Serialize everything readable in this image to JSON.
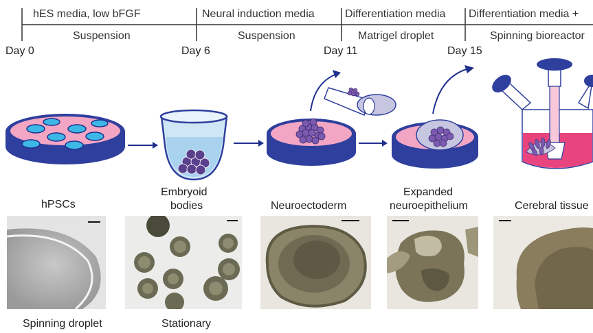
{
  "timeline": {
    "media": [
      "hES media, low bFGF",
      "Neural induction media",
      "Differentiation media",
      "Differentiation media +"
    ],
    "conditions": [
      "Suspension",
      "Suspension",
      "Matrigel droplet",
      "Spinning bioreactor"
    ],
    "days": [
      "Day 0",
      "Day 6",
      "Day 11",
      "Day 15"
    ]
  },
  "stages": {
    "hpsc": "hPSCs",
    "eb_line1": "Embryoid",
    "eb_line2": "bodies",
    "neuroectoderm": "Neuroectoderm",
    "neuro_line1": "Expanded",
    "neuro_line2": "neuroepithelium",
    "cerebral": "Cerebral tissue"
  },
  "captions": {
    "spinning": "Spinning droplet",
    "stationary": "Stationary"
  },
  "colors": {
    "dish_blue": "#2e3f9e",
    "dish_pink": "#f2a6c4",
    "medium_pink": "#e8457f",
    "cell_blue": "#3db8e6",
    "cluster_purple": "#5a3f8c",
    "line": "#1f2f8c"
  }
}
